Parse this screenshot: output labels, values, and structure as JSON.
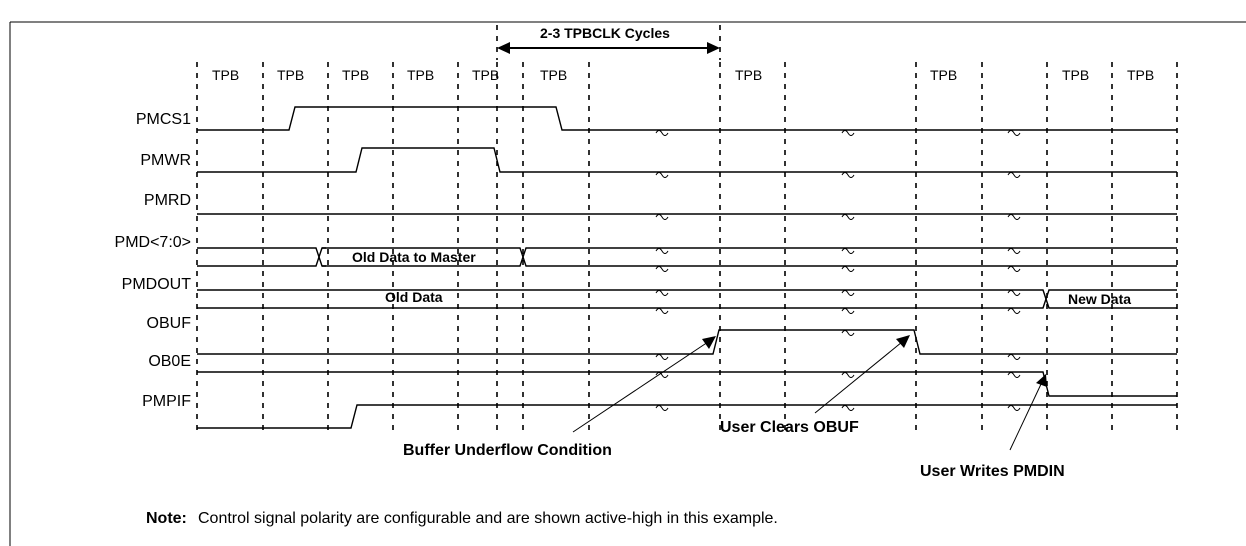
{
  "header": {
    "title_fragment": "2-3 TPBCLK Cycles",
    "title_fragment_visible": "parallel master port read copy — clipped at top"
  },
  "cycles": {
    "span_label": "2-3 TPBCLK Cycles",
    "tpb_label": "TPB",
    "count_left": 6,
    "count_right": 4
  },
  "signals": [
    {
      "name": "PMCS1"
    },
    {
      "name": "PMWR"
    },
    {
      "name": "PMRD"
    },
    {
      "name": "PMD<7:0>"
    },
    {
      "name": "PMDOUT"
    },
    {
      "name": "OBUF"
    },
    {
      "name": "OB0E"
    },
    {
      "name": "PMPIF"
    }
  ],
  "bus_labels": {
    "pmd": "Old Data to Master",
    "pmdout_old": "Old Data",
    "pmdout_new": "New Data"
  },
  "annotations": [
    {
      "text": "Buffer Underflow Condition"
    },
    {
      "text": "User Clears OBUF"
    },
    {
      "text": "User Writes PMDIN"
    }
  ],
  "note": {
    "label": "Note:",
    "text": "Control signal polarity are configurable and are shown active-high in this example."
  }
}
